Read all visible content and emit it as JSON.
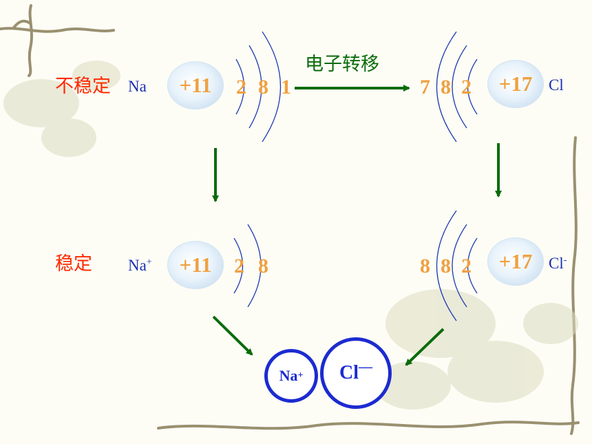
{
  "unstable_label": "不稳定",
  "stable_label": "稳定",
  "transfer_label": "电子转移",
  "na_atom": {
    "symbol": "Na",
    "nucleus": "+11",
    "shells": [
      "2",
      "8",
      "1"
    ]
  },
  "cl_atom": {
    "symbol": "Cl",
    "nucleus": "+17",
    "shells": [
      "7",
      "8",
      "2"
    ]
  },
  "na_ion": {
    "symbol": "Na",
    "charge": "+",
    "nucleus": "+11",
    "shells": [
      "2",
      "8"
    ]
  },
  "cl_ion": {
    "symbol": "Cl",
    "charge": "-",
    "nucleus": "+17",
    "shells": [
      "8",
      "8",
      "2"
    ]
  },
  "product": {
    "cation_symbol": "Na",
    "cation_charge": "+",
    "anion_symbol": "Cl",
    "anion_charge": "—"
  },
  "colors": {
    "label_red": "#ff2a00",
    "arrow_green": "#0a6b0a",
    "ion_blue": "#1c2bd0",
    "shell_orange": "#f0a040",
    "arc_blue": "#1f3bb0"
  }
}
